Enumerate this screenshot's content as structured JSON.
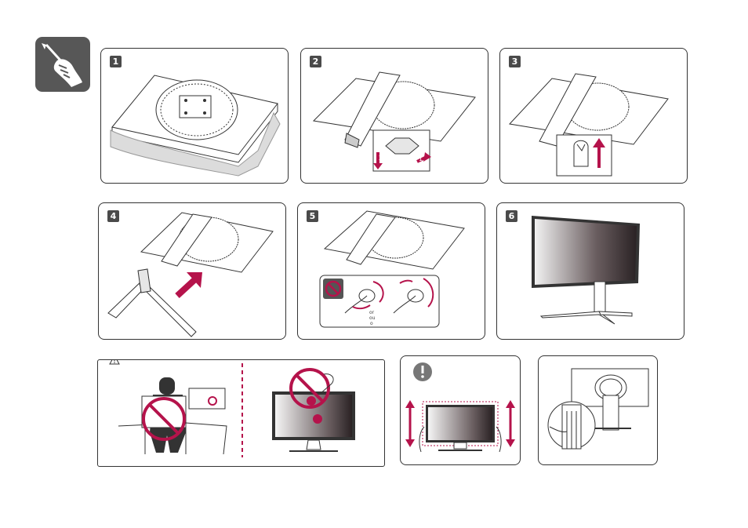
{
  "steps": [
    {
      "number": "1"
    },
    {
      "number": "2"
    },
    {
      "number": "3"
    },
    {
      "number": "4"
    },
    {
      "number": "5"
    },
    {
      "number": "6"
    }
  ],
  "step2": {
    "arrow_1": "1",
    "arrow_2": "2"
  },
  "step5": {
    "or_text": "or",
    "ou_text": "ou",
    "o_text": "o"
  },
  "icons": {
    "tool": "screwdriver-hand-icon",
    "caution": "warning-triangle-icon",
    "notice": "exclamation-icon",
    "prohibited": "no-symbol-icon"
  },
  "colors": {
    "accent": "#b5134b",
    "badge": "#4a4a4a",
    "tool_tile": "#575757",
    "line": "#333333"
  }
}
